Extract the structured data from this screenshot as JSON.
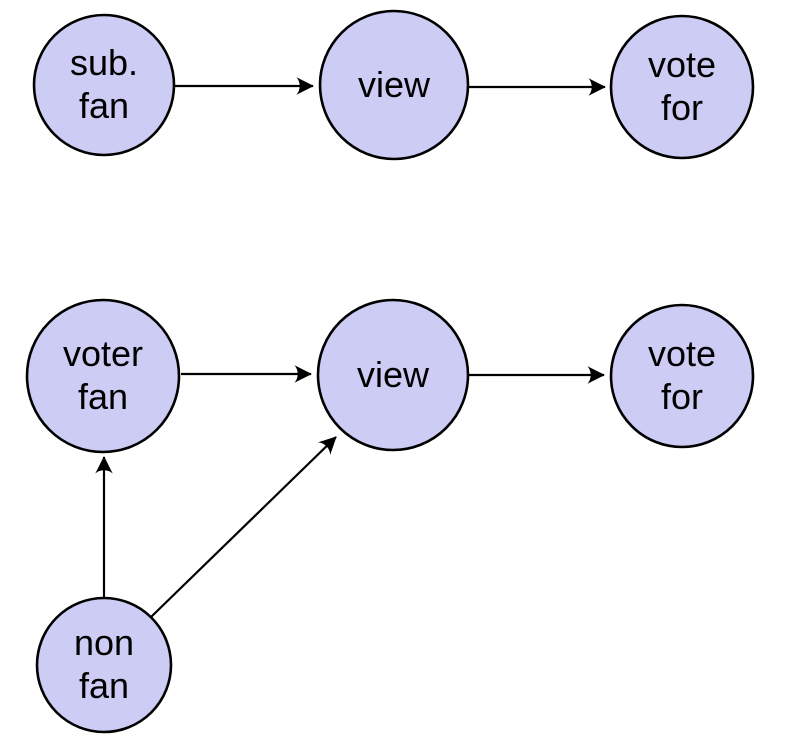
{
  "colors": {
    "node_fill": "#ccccf4",
    "node_stroke": "#000000",
    "edge_color": "#000000",
    "background": "#ffffff"
  },
  "top_graph": {
    "nodes": [
      {
        "id": "sub-fan",
        "lines": [
          "sub.",
          "fan"
        ]
      },
      {
        "id": "view",
        "lines": [
          "view"
        ]
      },
      {
        "id": "vote-for",
        "lines": [
          "vote",
          "for"
        ]
      }
    ],
    "edges": [
      {
        "from": "sub-fan",
        "to": "view"
      },
      {
        "from": "view",
        "to": "vote-for"
      }
    ]
  },
  "bottom_graph": {
    "nodes": [
      {
        "id": "voter-fan",
        "lines": [
          "voter",
          "fan"
        ]
      },
      {
        "id": "view",
        "lines": [
          "view"
        ]
      },
      {
        "id": "vote-for",
        "lines": [
          "vote",
          "for"
        ]
      },
      {
        "id": "non-fan",
        "lines": [
          "non",
          "fan"
        ]
      }
    ],
    "edges": [
      {
        "from": "voter-fan",
        "to": "view"
      },
      {
        "from": "view",
        "to": "vote-for"
      },
      {
        "from": "non-fan",
        "to": "voter-fan"
      },
      {
        "from": "non-fan",
        "to": "view"
      }
    ]
  }
}
